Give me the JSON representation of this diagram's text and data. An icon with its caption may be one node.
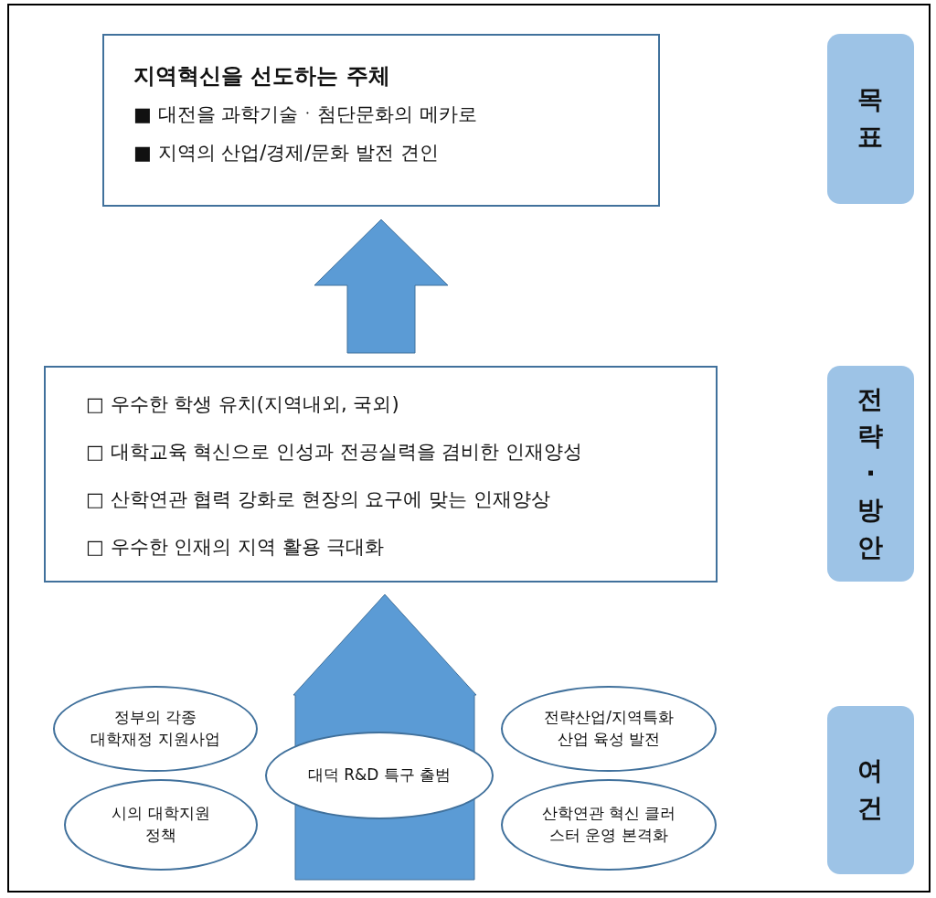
{
  "diagram": {
    "nodes": [
      {
        "text": [
          "지역혁신을 선도하는 주체",
          "■ 대전을 과학기술ㆍ첨단문화의 메카로",
          "■ 지역의 산업/경제/문화 발전 견인"
        ]
      },
      {
        "text": [
          "□ 우수한 학생 유치(지역내외, 국외)",
          "□ 대학교육 혁신으로 인성과 전공실력을 겸비한 인재양성",
          "□ 산학연관 협력 강화로 현장의 요구에 맞는 인재양상",
          "□ 우수한 인재의 지역 활용 극대화"
        ]
      },
      {
        "text": [
          "정부의 각종 대학재정 지원사업"
        ]
      },
      {
        "text": [
          "전략산업/지역특화 산업 육성 발전"
        ]
      },
      {
        "text": [
          "대덕 R&D 특구 출범"
        ]
      },
      {
        "text": [
          "시의 대학지원 정책"
        ]
      },
      {
        "text": [
          "산학연관 혁신 클러 스터 운영 본격화"
        ]
      },
      {
        "text": [
          "목 표"
        ]
      },
      {
        "text": [
          "전 략 · 방 안"
        ]
      },
      {
        "text": [
          "여 건"
        ]
      }
    ],
    "edges": [
      {
        "from": 1,
        "to": 0,
        "arrow": "to"
      },
      {
        "from": null,
        "to": 1,
        "arrow": "to"
      }
    ]
  }
}
